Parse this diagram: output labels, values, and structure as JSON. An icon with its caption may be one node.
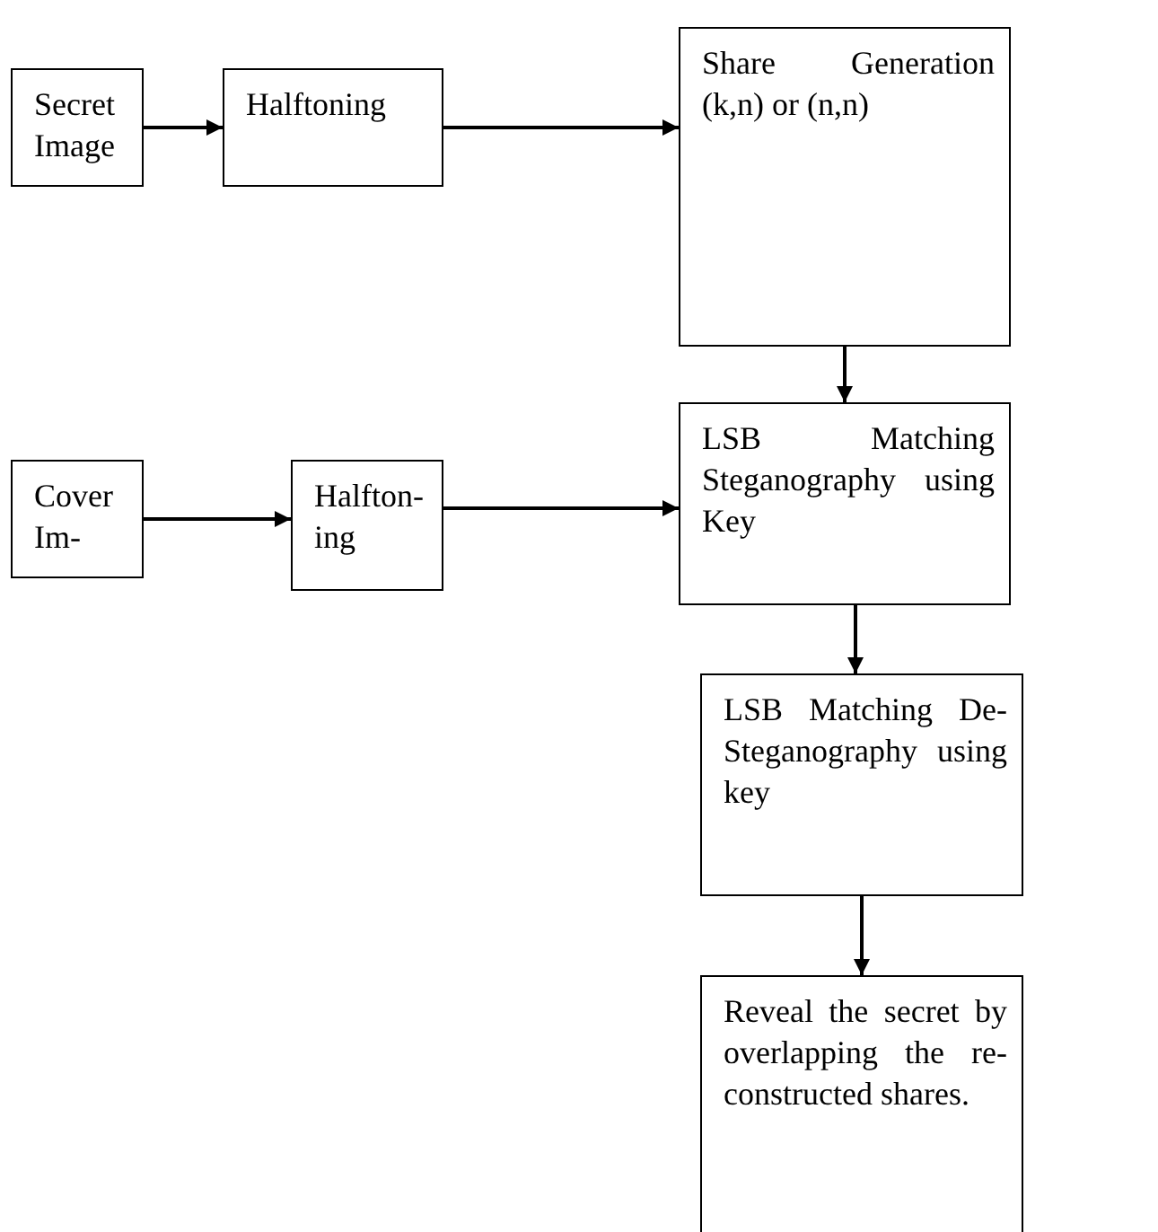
{
  "diagram": {
    "nodes": [
      {
        "text": [
          "Secret Image"
        ]
      },
      {
        "text": [
          "Halftoning"
        ]
      },
      {
        "text": [
          "Share Generation (k,n) or (n,n)"
        ]
      },
      {
        "text": [
          "Cover Im-"
        ]
      },
      {
        "text": [
          "Halfton- ing"
        ]
      },
      {
        "text": [
          "LSB Matching Steganography using Key"
        ]
      },
      {
        "text": [
          "LSB Matching De- Steganography using key"
        ]
      },
      {
        "text": [
          "Reveal the secret by overlapping the re- constructed shares."
        ]
      }
    ],
    "edges": [
      {
        "from": 0,
        "to": 1,
        "arrow": "to"
      },
      {
        "from": 1,
        "to": 2,
        "arrow": "to"
      },
      {
        "from": 2,
        "to": 5,
        "arrow": "to"
      },
      {
        "from": 3,
        "to": 4,
        "arrow": "to"
      },
      {
        "from": 4,
        "to": 5,
        "arrow": "to"
      },
      {
        "from": 5,
        "to": 6,
        "arrow": "to"
      },
      {
        "from": 6,
        "to": 7,
        "arrow": "to"
      }
    ]
  }
}
